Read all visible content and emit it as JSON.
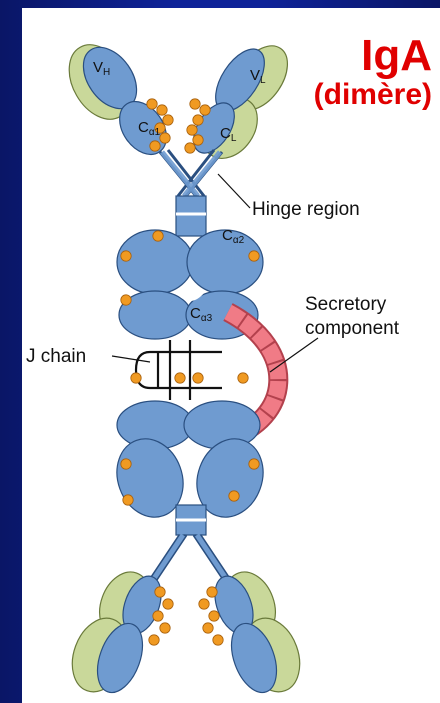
{
  "title": {
    "main": "IgA",
    "sub": "(dimère)"
  },
  "labels": {
    "hinge": "Hinge region",
    "secretory_line1": "Secretory",
    "secretory_line2": "component",
    "j_chain": "J chain"
  },
  "domain_labels": {
    "vh": "V",
    "vh_sub": "H",
    "vl": "V",
    "vl_sub": "L",
    "ca1": "C",
    "ca1_sub": "α1",
    "cl": "C",
    "cl_sub": "L",
    "ca2": "C",
    "ca2_sub": "α2",
    "ca3": "C",
    "ca3_sub": "α3"
  },
  "colors": {
    "background": "#0e2399",
    "heavy_chain": "#6f9bd0",
    "light_chain": "#c9d89a",
    "glycan": "#f09a22",
    "secretory": "#f07b86",
    "title": "#e00000"
  }
}
